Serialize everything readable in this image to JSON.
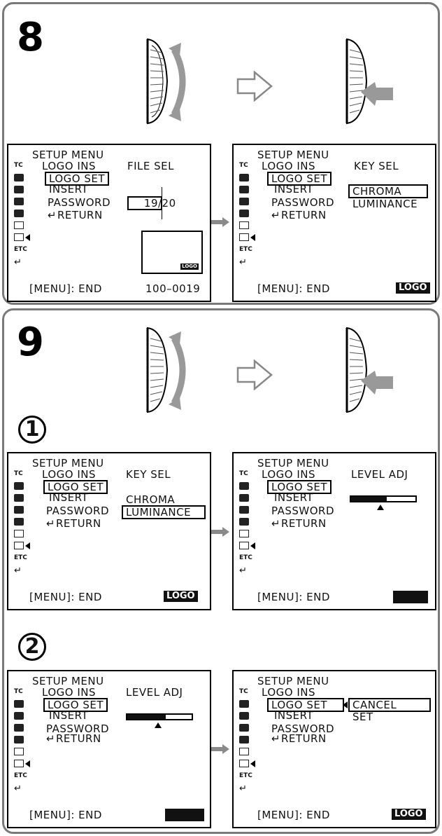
{
  "steps": {
    "s8": {
      "label": "8"
    },
    "s9": {
      "label": "9",
      "sub1": "1",
      "sub2": "2"
    }
  },
  "screens": {
    "a": {
      "title": "SETUP MENU",
      "line1_left": "LOGO INS",
      "line1_right": "FILE SEL",
      "logo_set": "LOGO SET",
      "insert": "INSERT",
      "password": "PASSWORD",
      "return": "RETURN",
      "file_value": "19",
      "file_total": "/20",
      "preview_badge": "LOGO",
      "footer_left": "[MENU]: END",
      "footer_right": "100–0019"
    },
    "b": {
      "title": "SETUP MENU",
      "line1_left": "LOGO INS",
      "line1_right": "KEY SEL",
      "logo_set": "LOGO SET",
      "insert": "INSERT",
      "password": "PASSWORD",
      "return": "RETURN",
      "opt1": "CHROMA",
      "opt2": "LUMINANCE",
      "footer_left": "[MENU]: END",
      "footer_badge": "LOGO"
    },
    "c": {
      "title": "SETUP MENU",
      "line1_left": "LOGO INS",
      "line1_right": "KEY SEL",
      "logo_set": "LOGO SET",
      "insert": "INSERT",
      "password": "PASSWORD",
      "return": "RETURN",
      "opt1": "CHROMA",
      "opt2": "LUMINANCE",
      "footer_left": "[MENU]: END",
      "footer_badge": "LOGO"
    },
    "d": {
      "title": "SETUP MENU",
      "line1_left": "LOGO INS",
      "line1_right": "LEVEL ADJ",
      "logo_set": "LOGO SET",
      "insert": "INSERT",
      "password": "PASSWORD",
      "return": "RETURN",
      "level": 0.55,
      "footer_left": "[MENU]: END"
    },
    "e": {
      "title": "SETUP MENU",
      "line1_left": "LOGO INS",
      "line1_right": "LEVEL ADJ",
      "logo_set": "LOGO SET",
      "insert": "INSERT",
      "password": "PASSWORD",
      "return": "RETURN",
      "level": 0.6,
      "footer_left": "[MENU]: END"
    },
    "f": {
      "title": "SETUP MENU",
      "line1_left": "LOGO INS",
      "logo_set": "LOGO SET",
      "insert": "INSERT",
      "password": "PASSWORD",
      "return": "RETURN",
      "opt1": "CANCEL",
      "opt2": "SET",
      "footer_left": "[MENU]: END",
      "footer_badge": "LOGO"
    }
  },
  "icons": [
    "tc-icon",
    "m-icon",
    "camera-icon",
    "tape-icon",
    "sound-icon",
    "disk-icon",
    "setup-icon",
    "etc-icon",
    "return-icon"
  ],
  "icon_labels": {
    "tc": "TC",
    "etc": "ETC",
    "ret": "↵"
  },
  "colors": {
    "border": "#7a7a7a",
    "ink": "#111111",
    "arrow": "#8a8a8a"
  }
}
